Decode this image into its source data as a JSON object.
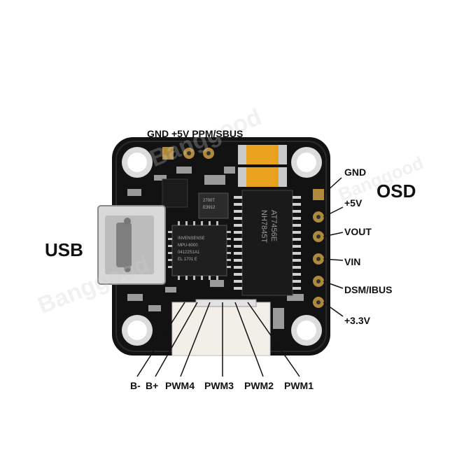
{
  "labels": {
    "top": "GND +5V PPM/SBUS",
    "usb": "USB",
    "osd": "OSD",
    "right_pins": [
      "GND",
      "+5V",
      "VOUT",
      "VIN",
      "DSM/IBUS",
      "+3.3V"
    ],
    "bottom": [
      "B-",
      "B+",
      "PWM4",
      "PWM3",
      "PWM2",
      "PWM1"
    ]
  },
  "chips": {
    "main_mcu": [
      "INVENSENSE",
      "MPU-6000",
      "04122S1A1",
      "EL 1701 E"
    ],
    "osd_chip": [
      "AT7456E",
      "NH7845T"
    ],
    "regulator": [
      "2700T",
      "E3912"
    ]
  },
  "watermark": "Banggood",
  "colors": {
    "board": "#111111",
    "pad": "#b08a3c",
    "tantalum": "#e8a21e",
    "text": "#111111"
  }
}
